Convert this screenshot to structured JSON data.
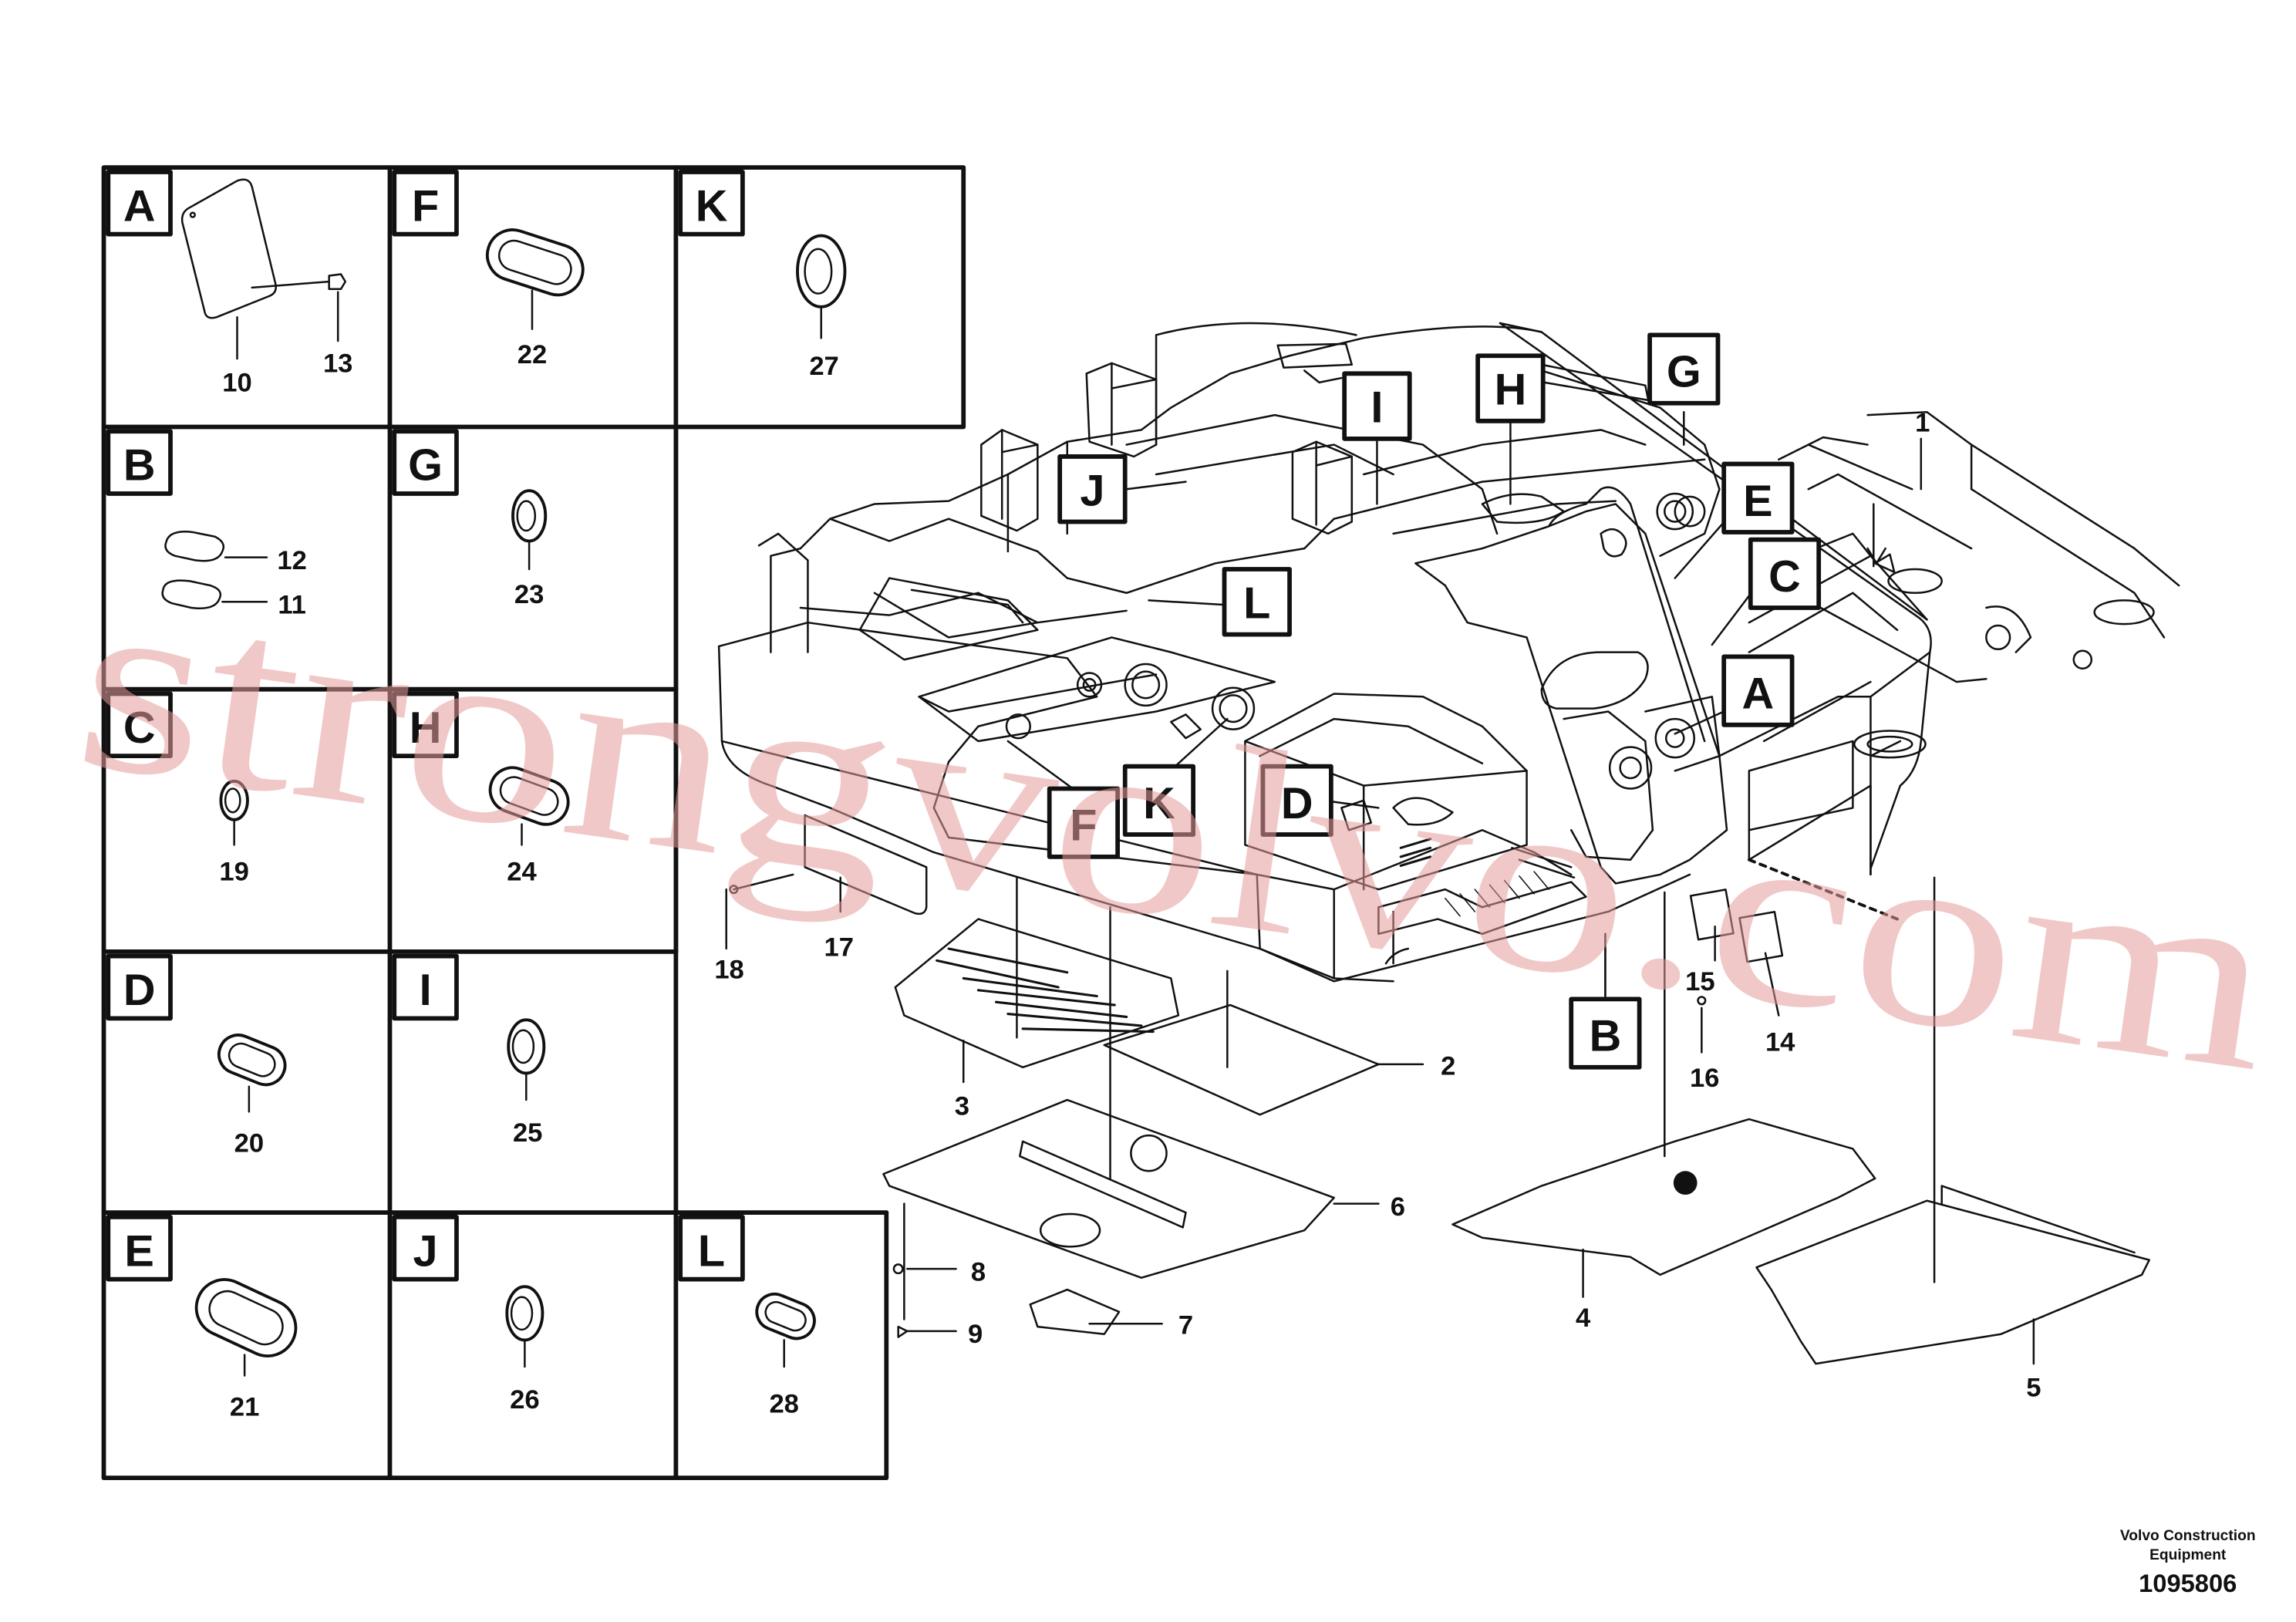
{
  "detail_grid": [
    {
      "letter": "A",
      "parts": [
        "10",
        "13"
      ]
    },
    {
      "letter": "F",
      "parts": [
        "22"
      ]
    },
    {
      "letter": "K",
      "parts": [
        "27"
      ]
    },
    {
      "letter": "B",
      "parts": [
        "12",
        "11"
      ]
    },
    {
      "letter": "G",
      "parts": [
        "23"
      ]
    },
    {
      "letter": "C",
      "parts": [
        "19"
      ]
    },
    {
      "letter": "H",
      "parts": [
        "24"
      ]
    },
    {
      "letter": "D",
      "parts": [
        "20"
      ]
    },
    {
      "letter": "I",
      "parts": [
        "25"
      ]
    },
    {
      "letter": "E",
      "parts": [
        "21"
      ]
    },
    {
      "letter": "J",
      "parts": [
        "26"
      ]
    },
    {
      "letter": "L",
      "parts": [
        "28"
      ]
    }
  ],
  "main_callouts": [
    "H",
    "G",
    "I",
    "J",
    "L",
    "E",
    "C",
    "A",
    "F",
    "K",
    "D",
    "B"
  ],
  "main_parts": [
    "1",
    "2",
    "3",
    "4",
    "5",
    "6",
    "7",
    "8",
    "9",
    "14",
    "15",
    "16",
    "17",
    "18"
  ],
  "footer": {
    "company_line1": "Volvo Construction",
    "company_line2": "Equipment",
    "drawing_number": "1095806"
  },
  "watermark": "strongvolvo.com"
}
